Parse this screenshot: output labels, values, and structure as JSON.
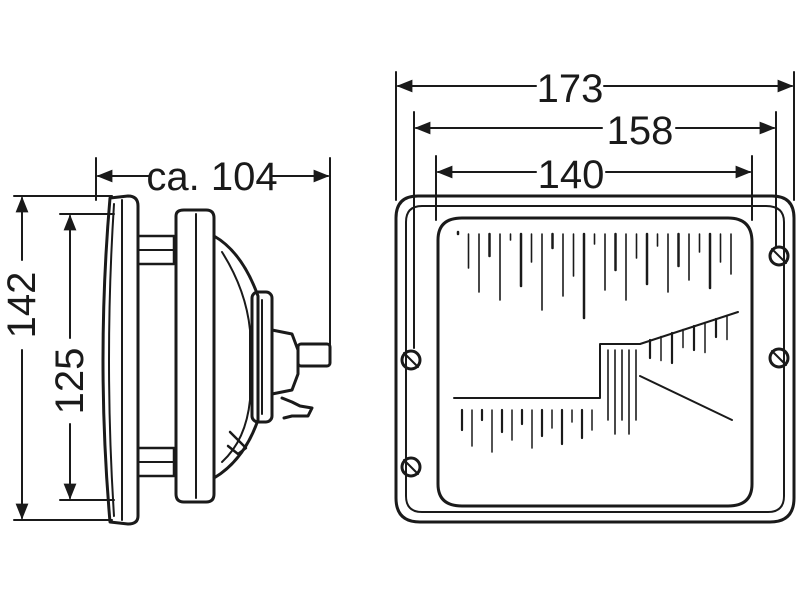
{
  "dimensions": {
    "side_depth": "ca. 104",
    "side_outer_height": "142",
    "side_inner_height": "125",
    "front_outer_width": "173",
    "front_mid_width": "158",
    "front_inner_width": "140"
  }
}
